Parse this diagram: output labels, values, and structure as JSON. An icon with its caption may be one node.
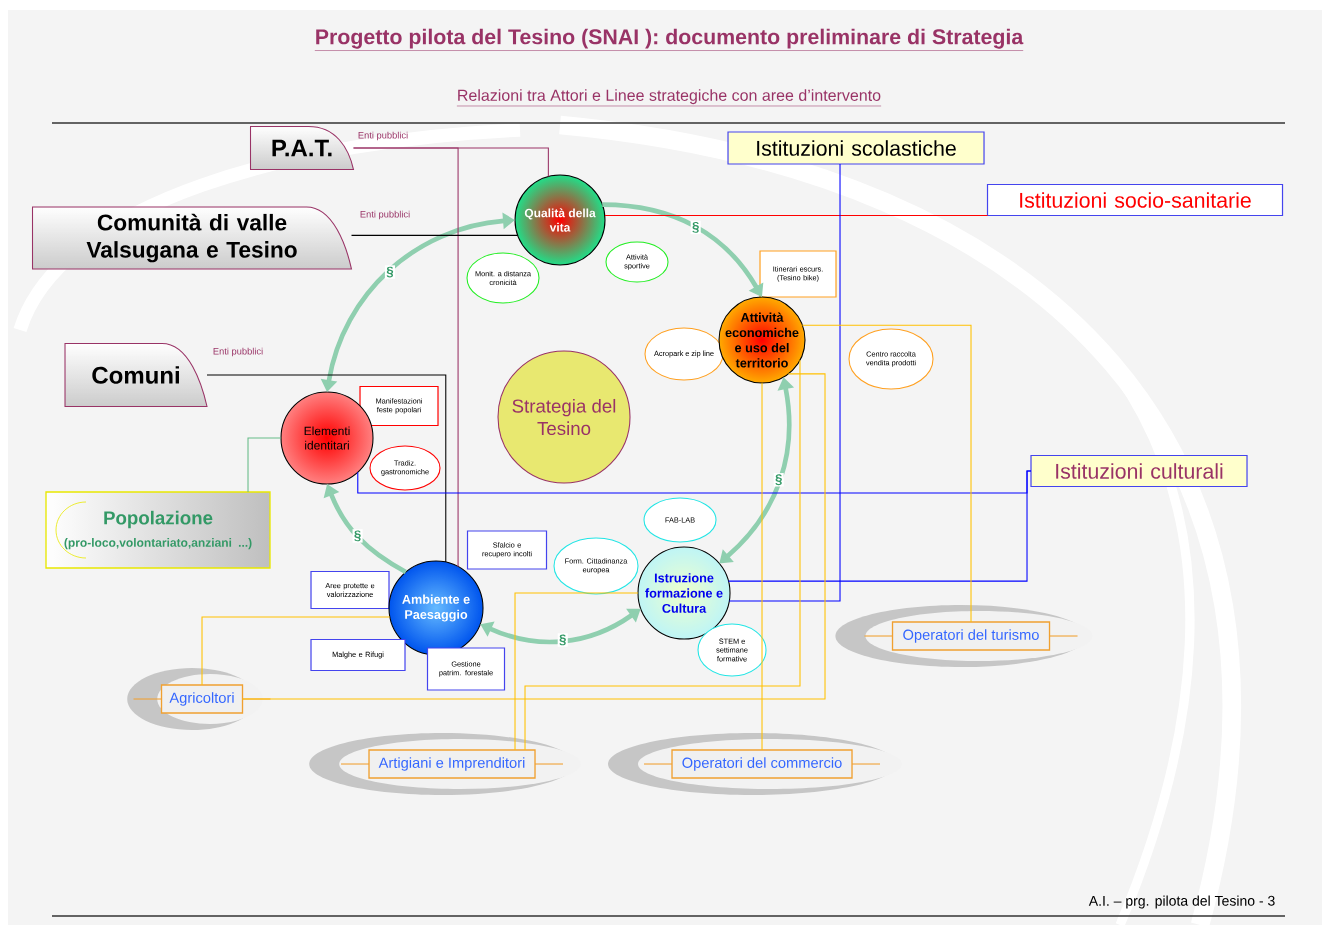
{
  "diagram": {
    "title": "Progetto pilota del Tesino (SNAI ): documento preliminare di Strategia",
    "nodes": [
      {
        "text": [
          "P.A.T."
        ],
        "beside": [
          "Enti pubblici"
        ]
      },
      {
        "text": [
          "Comunità di valle Valsugana e Tesino"
        ],
        "beside": [
          "Enti pubblici"
        ]
      },
      {
        "text": [
          "Comuni"
        ],
        "beside": [
          "Enti pubblici"
        ]
      },
      {
        "text": [
          "Popolazione",
          "(pro-loco,volontariato,anziani ...)"
        ]
      },
      {
        "text": [
          "Qualità della vita"
        ]
      },
      {
        "text": [
          "Monit. a distanza cronicità"
        ]
      },
      {
        "text": [
          "Attività sportive"
        ]
      },
      {
        "text": [
          "Itinerari escurs. (Tesino bike)"
        ]
      },
      {
        "text": [
          "Acropark e zip line"
        ]
      },
      {
        "text": [
          "Attività economiche e uso del territorio"
        ]
      },
      {
        "text": [
          "Centro raccolta vendita prodotti"
        ]
      },
      {
        "text": [
          "Strategia del Tesino"
        ]
      },
      {
        "text": [
          "Manifestazioni feste popolari"
        ]
      },
      {
        "text": [
          "Elementi identitari"
        ]
      },
      {
        "text": [
          "Tradiz. gastronomiche"
        ]
      },
      {
        "text": [
          "Sfalcio e recupero incolti"
        ]
      },
      {
        "text": [
          "Aree protette e valorizzazione"
        ]
      },
      {
        "text": [
          "Ambiente e Paesaggio"
        ]
      },
      {
        "text": [
          "Malghe e Rifugi"
        ]
      },
      {
        "text": [
          "Gestione patrim. forestale"
        ]
      },
      {
        "text": [
          "FAB-LAB"
        ]
      },
      {
        "text": [
          "Form. Cittadinanza europea"
        ]
      },
      {
        "text": [
          "Istruzione formazione e Cultura"
        ]
      },
      {
        "text": [
          "STEM e settimane formative"
        ]
      },
      {
        "text": [
          "Istituzioni scolastiche"
        ]
      },
      {
        "text": [
          "Istituzioni socio-sanitarie"
        ]
      },
      {
        "text": [
          "Istituzioni culturali"
        ]
      },
      {
        "text": [
          "Operatori del turismo"
        ]
      },
      {
        "text": [
          "Agricoltori"
        ]
      },
      {
        "text": [
          "Artigiani e Imprenditori"
        ]
      },
      {
        "text": [
          "Operatori del commercio"
        ]
      }
    ],
    "edges": [
      {
        "from": 13,
        "to": 4,
        "arrow": "both",
        "label": "§",
        "style": "thick",
        "color": "#8fcfaf"
      },
      {
        "from": 4,
        "to": 9,
        "arrow": "to",
        "label": "§",
        "style": "thick",
        "color": "#8fcfaf"
      },
      {
        "from": 9,
        "to": 22,
        "arrow": "both",
        "label": "§",
        "style": "thick",
        "color": "#8fcfaf"
      },
      {
        "from": 17,
        "to": 22,
        "arrow": "both",
        "label": "§",
        "style": "thick",
        "color": "#8fcfaf"
      },
      {
        "from": 17,
        "to": 13,
        "arrow": "to",
        "label": "§",
        "style": "thick",
        "color": "#8fcfaf"
      },
      {
        "from": 0,
        "to": 4,
        "arrow": "none",
        "color": "#993366"
      },
      {
        "from": 0,
        "to": 17,
        "arrow": "none",
        "color": "#993366"
      },
      {
        "from": 1,
        "to": 4,
        "arrow": "none",
        "color": "#000000"
      },
      {
        "from": 2,
        "to": 17,
        "arrow": "none",
        "color": "#000000"
      },
      {
        "from": 3,
        "to": 13,
        "arrow": "none",
        "color": "#66bb88"
      },
      {
        "from": 25,
        "to": 4,
        "arrow": "none",
        "color": "#ff0000"
      },
      {
        "from": 24,
        "to": 22,
        "arrow": "none",
        "color": "#0000ff"
      },
      {
        "from": 26,
        "to": 13,
        "arrow": "none",
        "color": "#0000ff"
      },
      {
        "from": 26,
        "to": 22,
        "arrow": "none",
        "color": "#0000ff"
      },
      {
        "from": 27,
        "to": 9,
        "arrow": "none",
        "color": "#ffc000"
      },
      {
        "from": 28,
        "to": 17,
        "arrow": "none",
        "color": "#ffc000"
      },
      {
        "from": 28,
        "to": 9,
        "arrow": "none",
        "color": "#ffc000"
      },
      {
        "from": 29,
        "to": 22,
        "arrow": "none",
        "color": "#ffc000"
      },
      {
        "from": 29,
        "to": 9,
        "arrow": "none",
        "color": "#ffc000"
      },
      {
        "from": 30,
        "to": 9,
        "arrow": "none",
        "color": "#ffc000"
      }
    ],
    "labels": [
      "Relazioni tra Attori e Linee strategiche con aree d’intervento",
      "A.I. – prg. pilota del Tesino - 3"
    ]
  }
}
